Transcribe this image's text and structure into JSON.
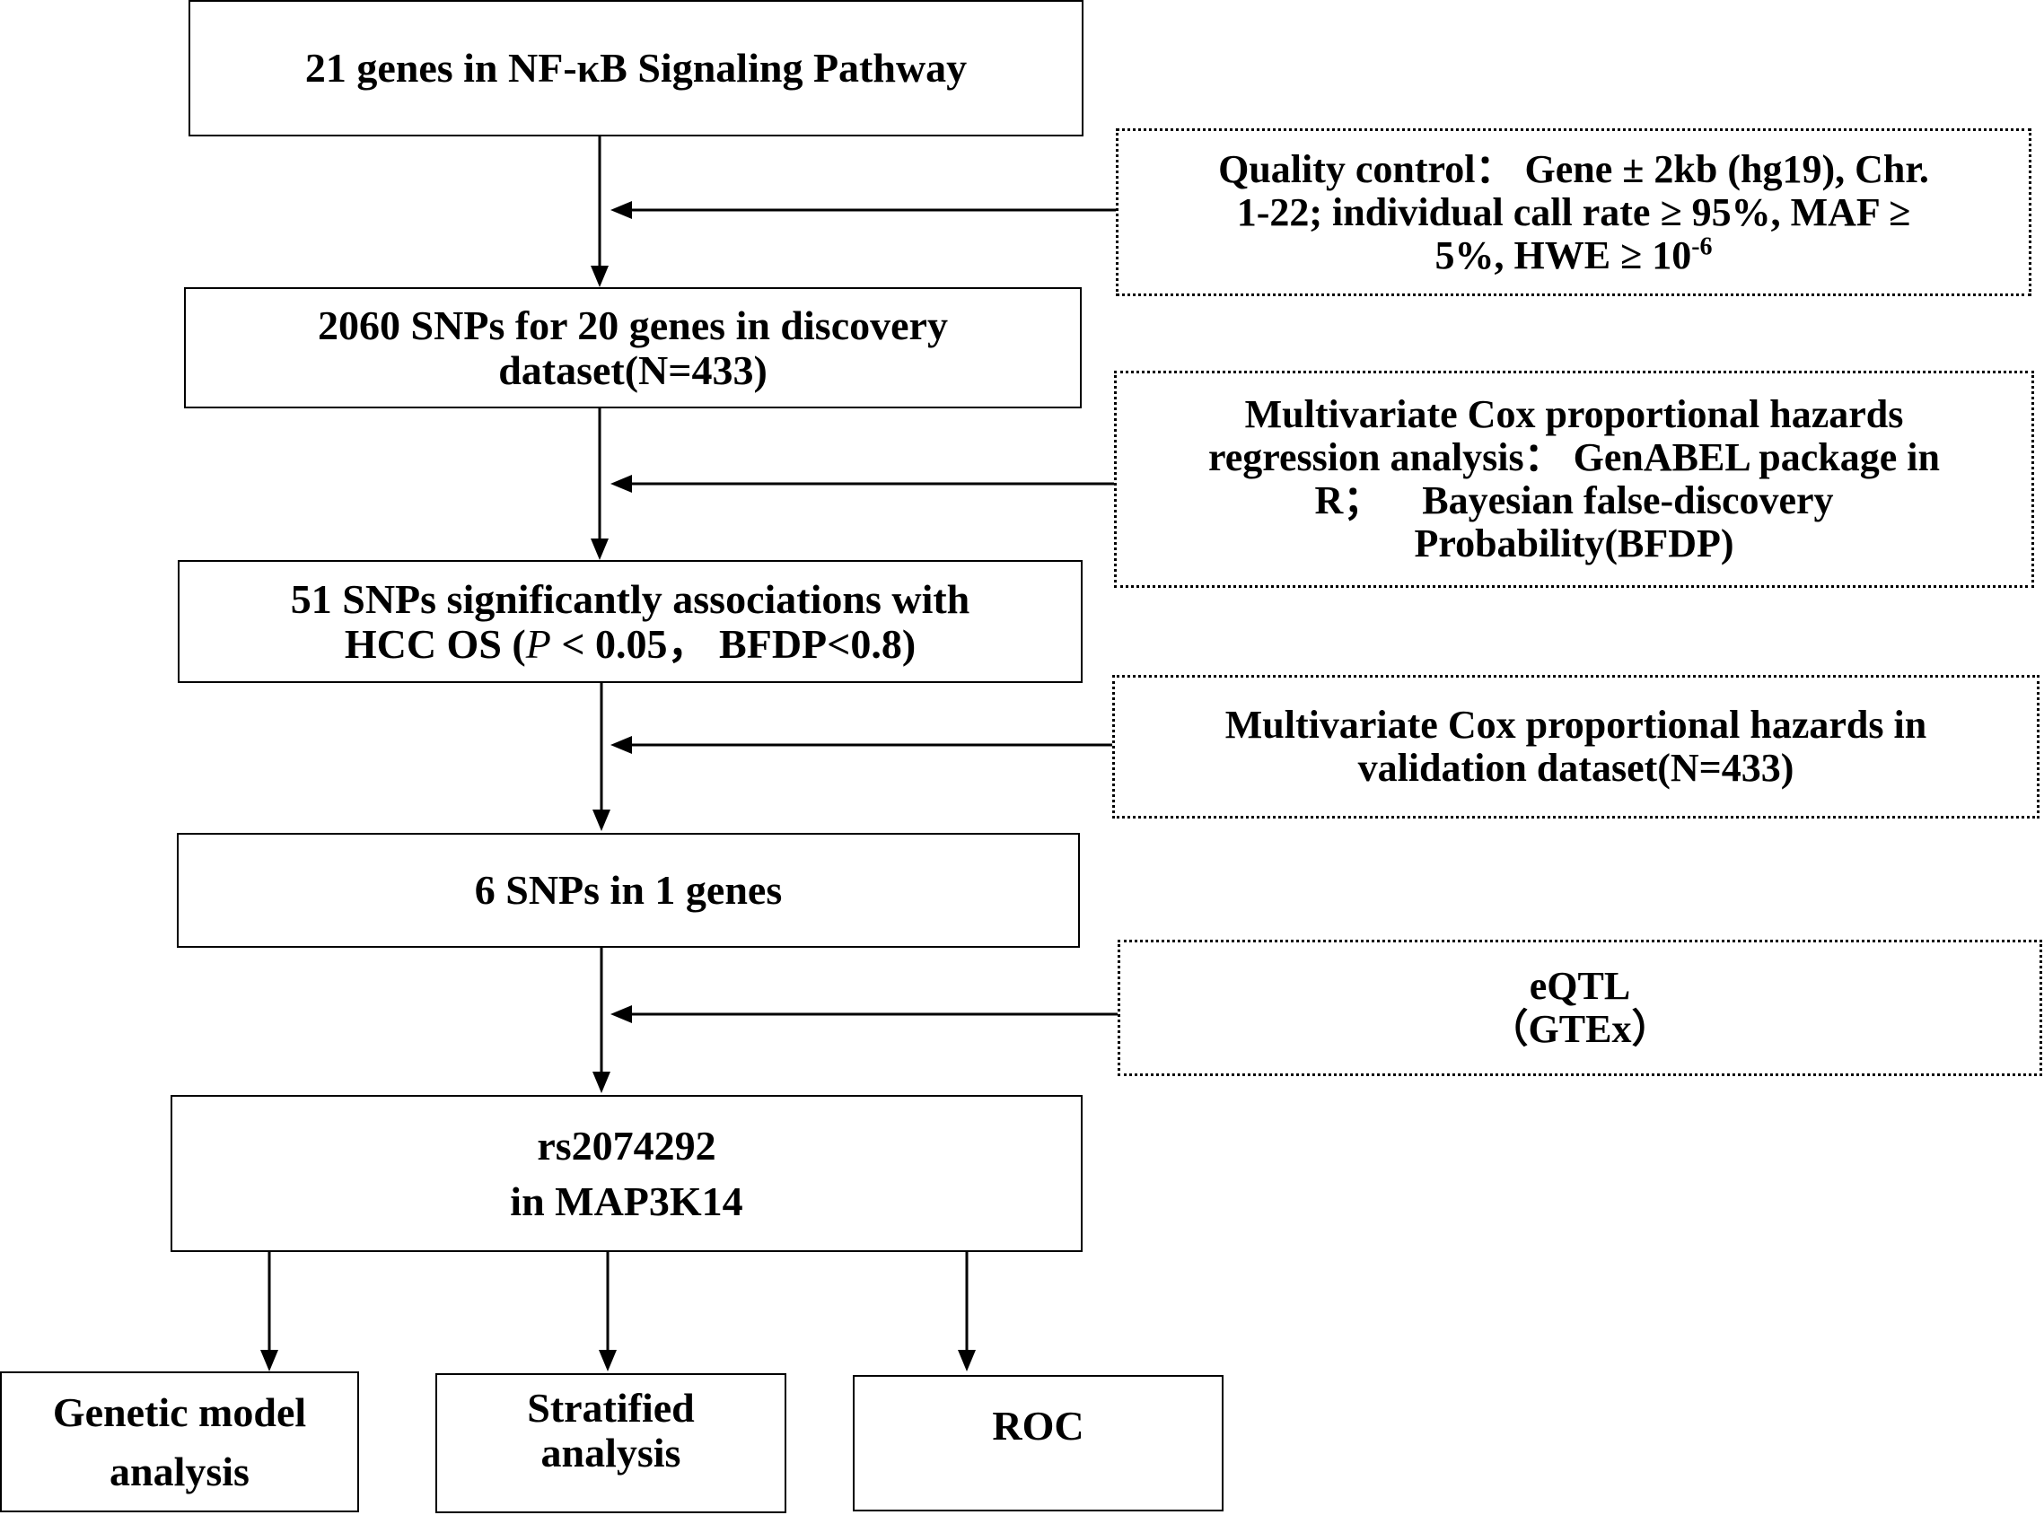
{
  "main_steps": {
    "step1": {
      "lines": [
        "21 genes in NF-κB Signaling Pathway"
      ]
    },
    "step2": {
      "lines": [
        "2060 SNPs for 20 genes in discovery",
        "dataset(N=433)"
      ]
    },
    "step3": {
      "line1": "51 SNPs significantly associations with",
      "line2_pre": "HCC OS (",
      "line2_italic": "P",
      "line2_post": " < 0.05， BFDP<0.8)"
    },
    "step4": {
      "lines": [
        "6 SNPs in 1 genes"
      ]
    },
    "step5": {
      "lines": [
        "rs2074292",
        "in MAP3K14"
      ]
    }
  },
  "filters": {
    "qc": {
      "line1": "Quality control： Gene ± 2kb (hg19), Chr.",
      "line2": "1-22; individual call rate ≥ 95%, MAF ≥",
      "line3_pre": "5%, HWE ≥ 10",
      "line3_sup": "-6"
    },
    "cox_discovery": {
      "lines": [
        "Multivariate Cox proportional hazards",
        "regression analysis： GenABEL package in",
        "R；    Bayesian false-discovery",
        "Probability(BFDP)"
      ]
    },
    "cox_validation": {
      "lines": [
        "Multivariate Cox proportional hazards in",
        "validation dataset(N=433)"
      ]
    },
    "eqtl": {
      "lines": [
        "eQTL",
        "（GTEx）"
      ]
    }
  },
  "outcomes": {
    "genetic_model": {
      "lines": [
        "Genetic model",
        "analysis"
      ]
    },
    "stratified": {
      "lines": [
        "Stratified",
        "analysis"
      ]
    },
    "roc": {
      "lines": [
        "ROC"
      ]
    }
  }
}
